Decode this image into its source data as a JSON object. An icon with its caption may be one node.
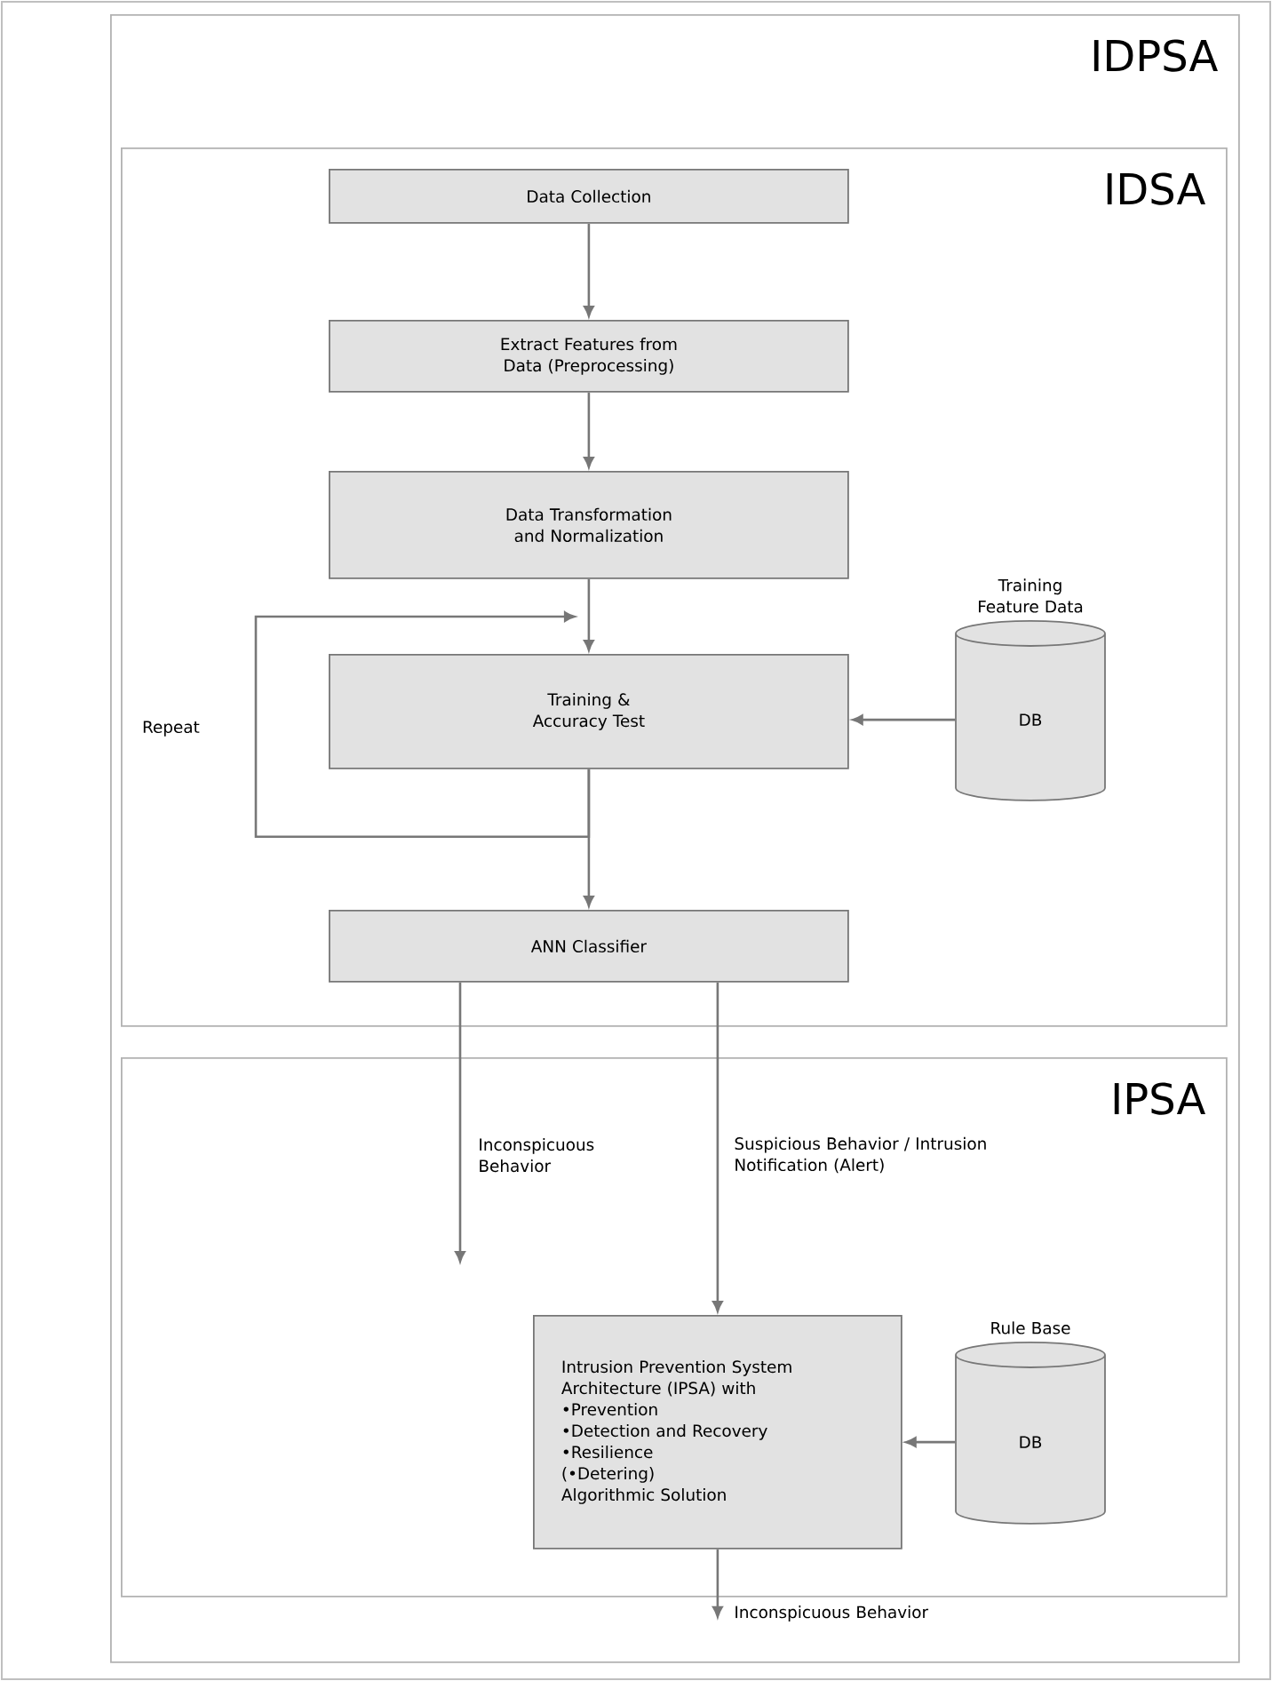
{
  "diagram": {
    "nodes": [
      {
        "text": [
          "IDPSA"
        ]
      },
      {
        "text": [
          "IDSA"
        ],
        "in": 0
      },
      {
        "text": [
          "Data Collection"
        ],
        "in": 1
      },
      {
        "text": [
          "Extract Features from Data (Preprocessing)"
        ],
        "in": 1
      },
      {
        "text": [
          "Data Transformation and Normalization"
        ],
        "in": 1
      },
      {
        "text": [
          "Training & Accuracy Test"
        ],
        "in": 1
      },
      {
        "text": [
          "DB"
        ],
        "beside": [
          "Training Feature Data"
        ],
        "in": 1
      },
      {
        "text": [
          "ANN Classifier"
        ],
        "in": 1
      },
      {
        "text": [
          "IPSA"
        ],
        "in": 0
      },
      {
        "text": [
          "Intrusion Prevention System Architecture (IPSA) with",
          "•Prevention",
          "•Detection and Recovery",
          "•Resilience",
          "(•Detering)",
          "Algorithmic Solution"
        ],
        "in": 8
      },
      {
        "text": [
          "DB"
        ],
        "beside": [
          "Rule Base"
        ],
        "in": 8
      }
    ],
    "edges": [
      {
        "from": 2,
        "to": 3,
        "arrow": "to"
      },
      {
        "from": 3,
        "to": 4,
        "arrow": "to"
      },
      {
        "from": 4,
        "to": 5,
        "arrow": "to"
      },
      {
        "from": 6,
        "to": 5,
        "arrow": "to"
      },
      {
        "from": 5,
        "to": 5,
        "arrow": "to",
        "label": "Repeat"
      },
      {
        "from": 5,
        "to": 7,
        "arrow": "to"
      },
      {
        "from": 7,
        "to": null,
        "arrow": "to",
        "label": "Inconspicuous Behavior"
      },
      {
        "from": 7,
        "to": 9,
        "arrow": "to",
        "label": "Suspicious Behavior / Intrusion Notification (Alert)"
      },
      {
        "from": 10,
        "to": 9,
        "arrow": "to"
      },
      {
        "from": 9,
        "to": null,
        "arrow": "to",
        "label": "Inconspicuous Behavior"
      }
    ]
  }
}
